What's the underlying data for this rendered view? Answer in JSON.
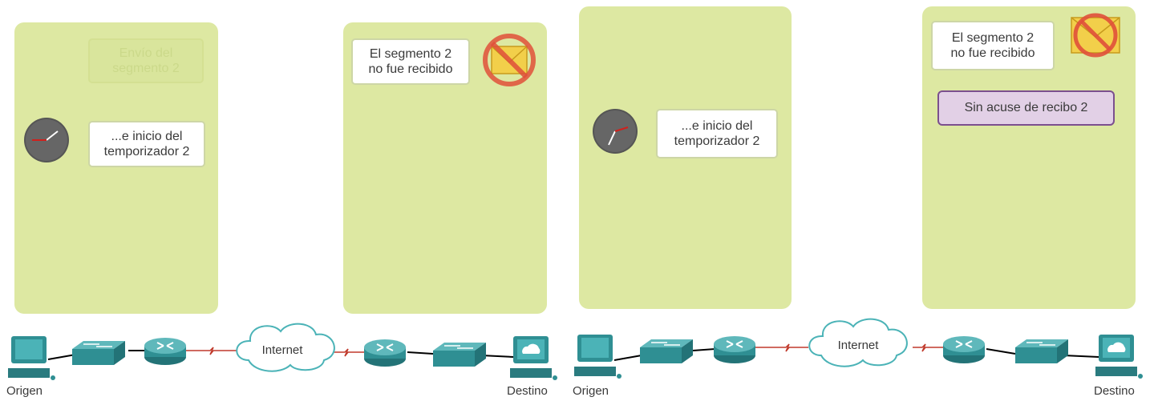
{
  "panels": {
    "p1": {
      "send_box": "Envío del\nsegmento 2",
      "timer_box": "...e inicio del\ntemporizador 2"
    },
    "p2": {
      "status_box": "El segmento 2\nno fue recibido"
    },
    "p3": {
      "timer_box": "...e inicio del\ntemporizador 2"
    },
    "p4": {
      "status_box": "El segmento 2\nno fue recibido",
      "ack_box": "Sin acuse de recibo 2"
    }
  },
  "network": {
    "left": {
      "source_label": "Origen",
      "cloud_label": "Internet",
      "dest_label": "Destino"
    },
    "right": {
      "source_label": "Origen",
      "cloud_label": "Internet",
      "dest_label": "Destino"
    }
  },
  "icons": [
    "clock-icon",
    "no-envelope-icon",
    "pc-icon",
    "switch-icon",
    "router-icon",
    "cloud-icon",
    "server-icon"
  ],
  "colors": {
    "panel": "#dde8a2",
    "device_teal": "#2f8f93",
    "wan_link": "#c0392b",
    "prohibited": "#e0503a",
    "envelope": "#f2cf4a",
    "ack_box": "#e2d0e6"
  }
}
